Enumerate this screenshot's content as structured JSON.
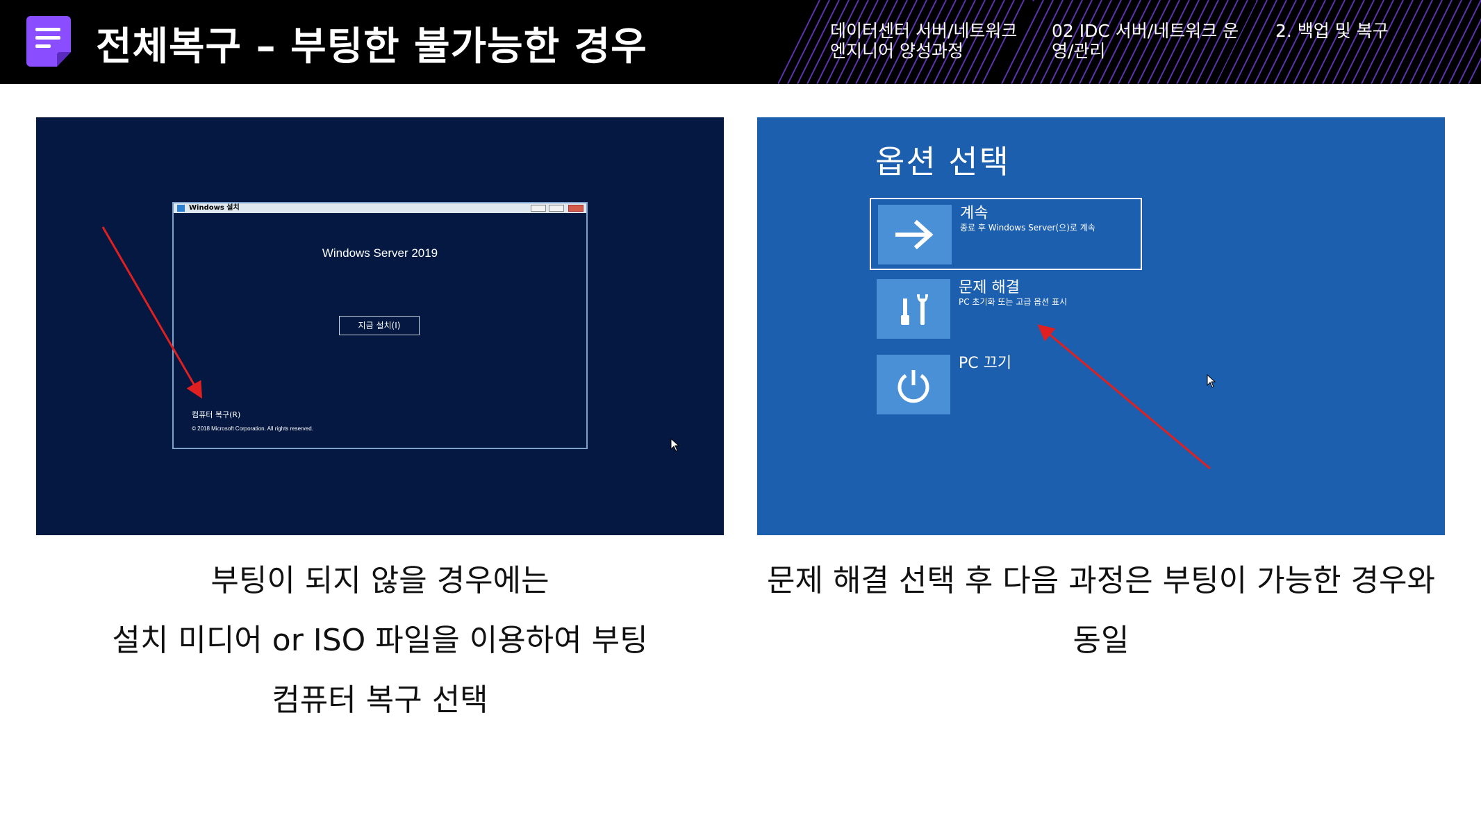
{
  "header": {
    "title": "전체복구 – 부팅한 불가능한 경우",
    "breadcrumbs": [
      "데이터센터 서버/네트워크 엔지니어 양성과정",
      "02 IDC 서버/네트워크 운영/관리",
      "2. 백업 및 복구"
    ]
  },
  "left_screenshot": {
    "window_title": "Windows 설치",
    "product": "Windows Server 2019",
    "install_button": "지금 설치(I)",
    "repair_link": "컴퓨터 복구(R)",
    "copyright": "© 2018 Microsoft Corporation. All rights reserved."
  },
  "right_screenshot": {
    "heading": "옵션 선택",
    "options": [
      {
        "title": "계속",
        "subtitle": "종료 후 Windows Server(으)로 계속",
        "icon": "arrow-right-icon"
      },
      {
        "title": "문제 해결",
        "subtitle": "PC 초기화 또는 고급 옵션 표시",
        "icon": "tools-icon"
      },
      {
        "title": "PC 끄기",
        "subtitle": "",
        "icon": "power-icon"
      }
    ]
  },
  "captions": {
    "left": [
      "부팅이 되지 않을 경우에는",
      "설치 미디어 or ISO 파일을 이용하여 부팅",
      "컴퓨터 복구 선택"
    ],
    "right": [
      "문제 해결 선택 후 다음 과정은 부팅이 가능한 경우와",
      "동일"
    ]
  },
  "colors": {
    "header_bg": "#000000",
    "accent_purple": "#8a4dff",
    "arrow_red": "#e02020",
    "setup_bg": "#041842",
    "recovery_bg": "#1c5fae"
  }
}
